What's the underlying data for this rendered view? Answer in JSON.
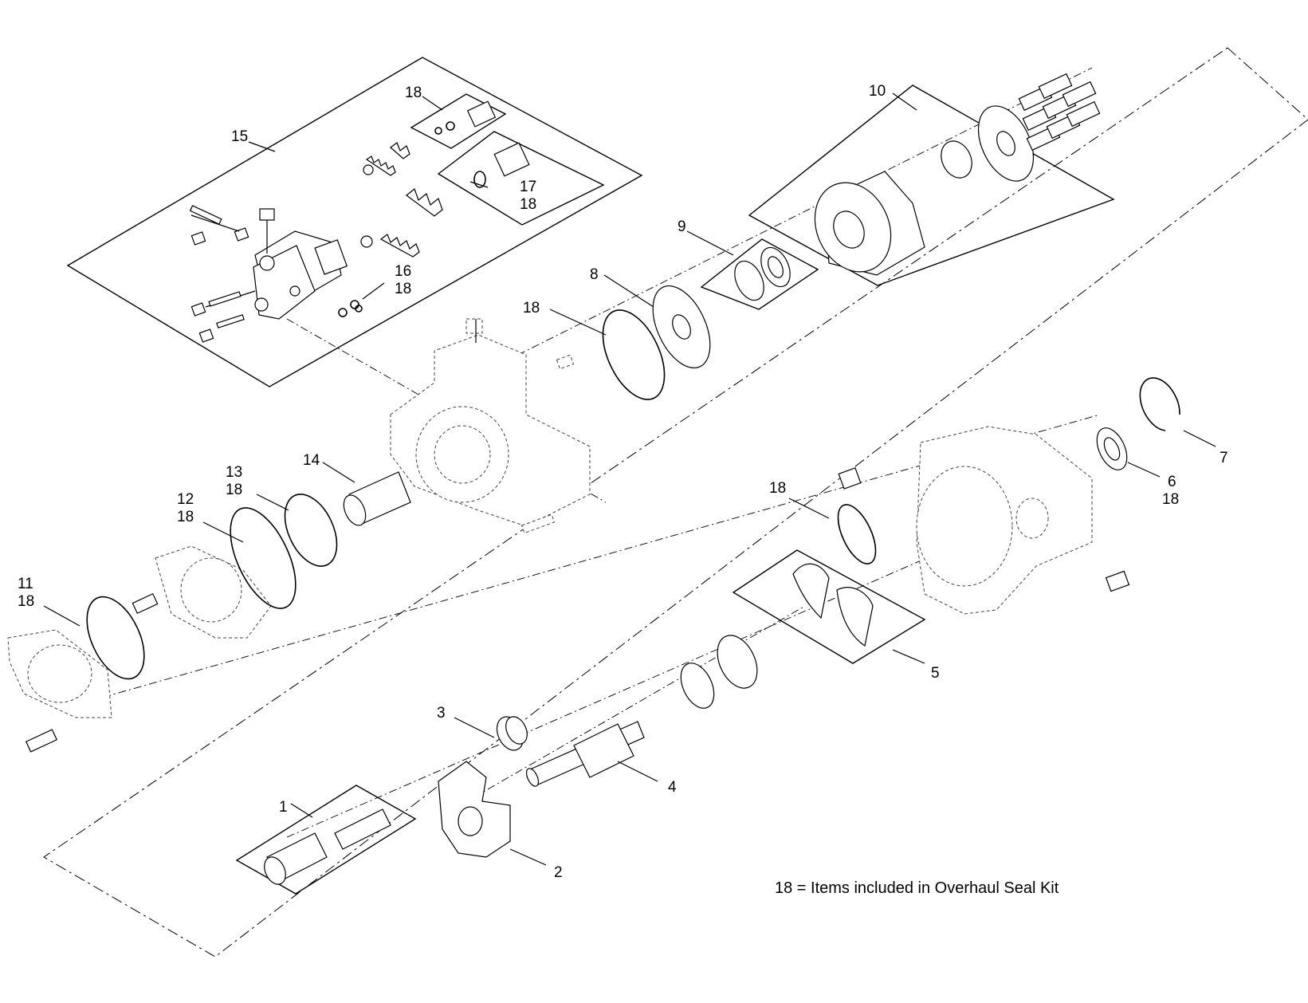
{
  "callouts": {
    "c1": "1",
    "c2": "2",
    "c3": "3",
    "c4": "4",
    "c5": "5",
    "c6": "6",
    "c6b": "18",
    "c7": "7",
    "c8": "8",
    "c9": "9",
    "c10": "10",
    "c11": "11",
    "c11b": "18",
    "c12": "12",
    "c12b": "18",
    "c13": "13",
    "c13b": "18",
    "c14": "14",
    "c15": "15",
    "c16": "16",
    "c16b": "18",
    "c17": "17",
    "c17b": "18",
    "c18a": "18",
    "c18b": "18",
    "c18c": "18"
  },
  "legend": {
    "note": "18 = Items included in Overhaul Seal Kit"
  },
  "colors": {
    "line": "#000000",
    "background": "#ffffff"
  }
}
